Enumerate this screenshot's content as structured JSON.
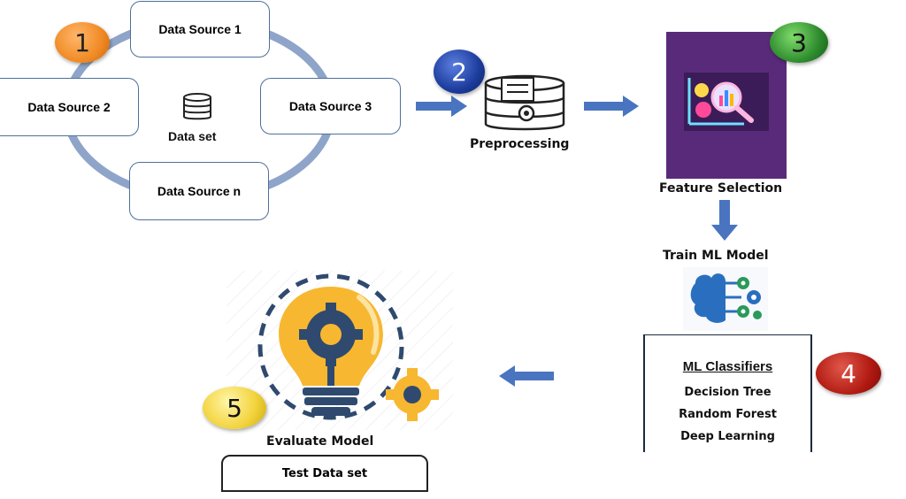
{
  "sources": {
    "ds1": "Data Source 1",
    "ds2": "Data Source 2",
    "ds3": "Data Source 3",
    "dsn": "Data Source n",
    "center": "Data set"
  },
  "steps": {
    "preprocessing": "Preprocessing",
    "feature_selection": "Feature Selection",
    "train_model": "Train ML Model",
    "evaluate_model": "Evaluate Model",
    "test_dataset": "Test Data set"
  },
  "classifiers": {
    "title": "ML Classifiers",
    "items": [
      "Decision Tree",
      "Random Forest",
      "Deep Learning"
    ]
  },
  "badges": {
    "b1": "1",
    "b2": "2",
    "b3": "3",
    "b4": "4",
    "b5": "5"
  },
  "colors": {
    "ring": "#7b93bd",
    "arrow": "#4a74c0",
    "purple": "#5a2a7a",
    "badge1": "#f08a24",
    "badge2": "#1c3c9c",
    "badge3": "#2e8b2e",
    "badge4": "#b11a12",
    "badge5": "#f2d23a"
  }
}
